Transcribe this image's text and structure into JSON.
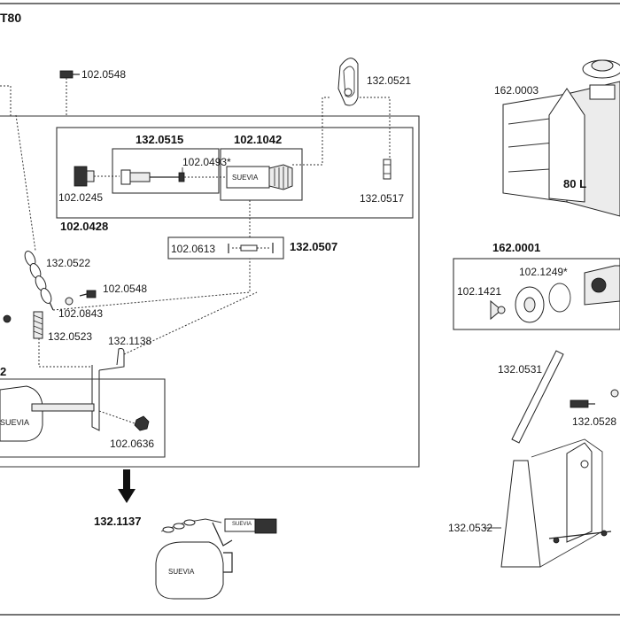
{
  "header": {
    "title": "T80"
  },
  "tank": {
    "part": "162.0003",
    "volume_label": "80 L"
  },
  "cap_kit": {
    "kit": "162.0001",
    "parts": [
      "102.1421",
      "102.1249*"
    ]
  },
  "valve_assembly": {
    "group": "102.0428",
    "sub_a": "132.0515",
    "sub_b": "102.1042",
    "brand": "SUEVIA",
    "parts": {
      "left_nut": "102.0245",
      "pin": "102.0493*",
      "clip": "132.0517"
    }
  },
  "pin_kit": {
    "group": "132.0507",
    "part": "102.0613"
  },
  "top_parts": {
    "screw": "102.0548",
    "hook": "132.0521"
  },
  "linkage": {
    "chain": "132.0522",
    "screw": "102.0548",
    "washer": "102.0843",
    "spring": "132.0523",
    "rod": "132.1138"
  },
  "float_group": {
    "group_partial": "2",
    "nut": "102.0636",
    "brand": "SUEVIA"
  },
  "replacement": {
    "part": "132.1137",
    "brand": "SUEVIA",
    "valve_tag": "SUEVIA"
  },
  "stand": {
    "strap": "132.0531",
    "bolt": "132.0528",
    "frame": "132.0532"
  }
}
